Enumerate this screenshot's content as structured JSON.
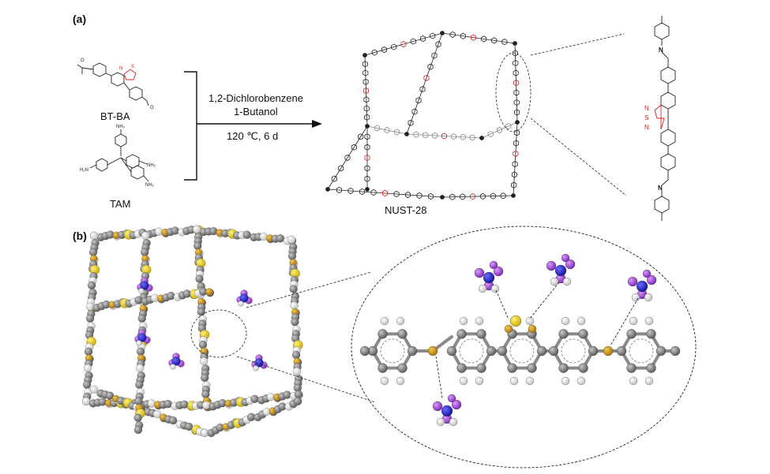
{
  "panel_a": {
    "label": "(a)",
    "reactant1": "BT-BA",
    "reactant2": "TAM",
    "conditions": {
      "solvent1": "1,2-Dichlorobenzene",
      "solvent2": "1-Butanol",
      "temp_time": "120 ℃,  6 d"
    },
    "product": "NUST-28",
    "atom_labels": {
      "n": "N",
      "s": "S",
      "o": "O",
      "nh2": "NH₂",
      "h2n": "H₂N"
    }
  },
  "panel_b": {
    "label": "(b)"
  },
  "colors": {
    "carbon": "#7a7a7a",
    "hydrogen": "#f2f2f2",
    "nitrogen_imine": "#d4a017",
    "sulfur": "#f0d020",
    "ammonium_n": "#1f1fd0",
    "halide": "#a040d0",
    "thiadiazole_red": "#d62020"
  }
}
